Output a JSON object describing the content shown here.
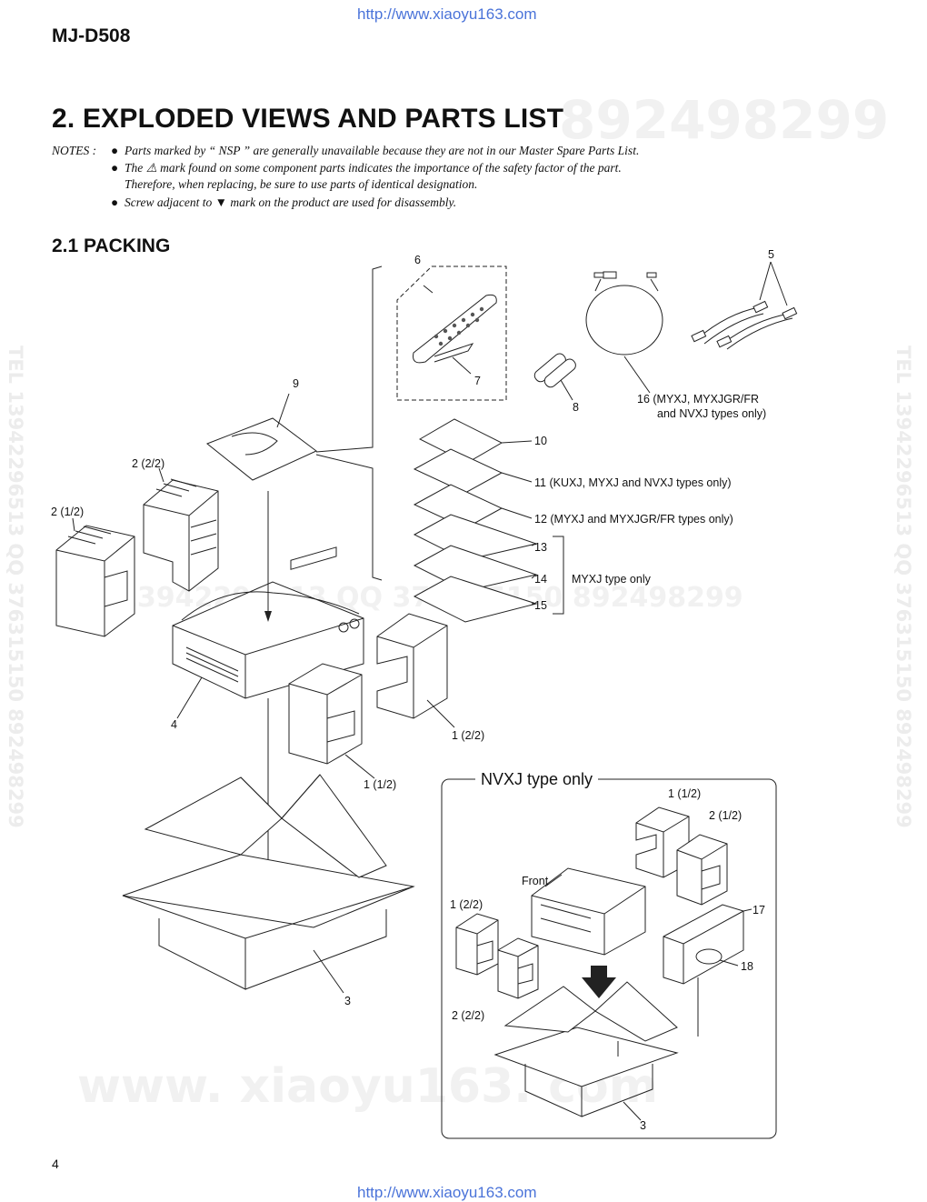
{
  "watermark": {
    "url_top": "http://www.xiaoyu163.com",
    "url_bottom": "http://www.xiaoyu163.com",
    "number_band": "892498299",
    "mid_band": "13942296513 QQ 376315150 892498299",
    "bottom_band": "www. xiaoyu163. com",
    "side_left": "TEL 13942296513 QQ 376315150 892498299",
    "side_right": "TEL 13942296513 QQ 376315150 892498299"
  },
  "header": {
    "model": "MJ-D508"
  },
  "title": "2. EXPLODED VIEWS AND PARTS LIST",
  "notes": {
    "label": "NOTES :",
    "items": [
      "Parts marked by “ NSP ” are generally unavailable because they are not in our Master Spare Parts List.",
      "The ⚠ mark found on some component parts indicates the importance of the safety factor of the part.",
      "Therefore, when  replacing, be sure to use parts of identical designation.",
      "Screw adjacent to ▼ mark on the product are used for disassembly."
    ]
  },
  "section": {
    "title": "2.1 PACKING"
  },
  "labels": {
    "p6": "6",
    "p5": "5",
    "p7": "7",
    "p8": "8",
    "p9": "9",
    "p16a": "16 (MYXJ, MYXJGR/FR",
    "p16b": "and NVXJ types only)",
    "p10": "10",
    "p11": "11 (KUXJ, MYXJ and NVXJ types only)",
    "p12": "12 (MYXJ and MYXJGR/FR types only)",
    "p13": "13",
    "p14": "14",
    "p15": "15",
    "myxj": "MYXJ type only",
    "p2_22": "2 (2/2)",
    "p2_12": "2 (1/2)",
    "p4": "4",
    "p1_22": "1 (2/2)",
    "p1_12": "1 (1/2)",
    "p3": "3"
  },
  "nvxj": {
    "title": "NVXJ type only",
    "p1_12": "1 (1/2)",
    "p2_12": "2 (1/2)",
    "front": "Front",
    "p1_22": "1 (2/2)",
    "p17": "17",
    "p18": "18",
    "p2_22": "2 (2/2)",
    "p3": "3"
  },
  "page_number": "4"
}
